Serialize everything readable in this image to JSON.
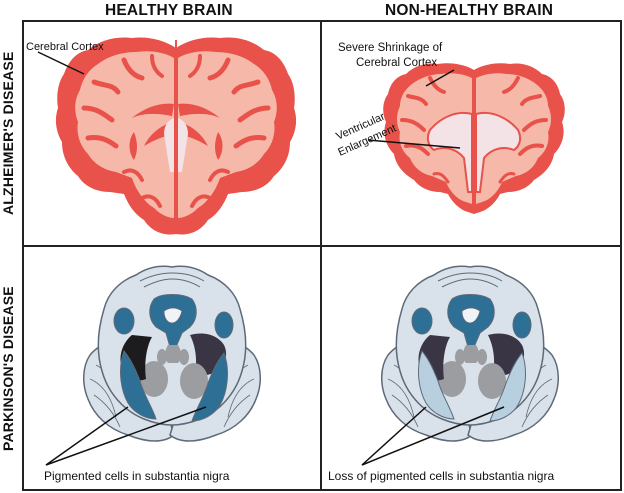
{
  "headers": {
    "healthy": "HEALTHY BRAIN",
    "nonhealthy": "NON-HEALTHY BRAIN",
    "row1": "ALZHEIMER'S DISEASE",
    "row2": "PARKINSON'S DISEASE"
  },
  "labels": {
    "cerebral_cortex": "Cerebral Cortex",
    "shrinkage_line1": "Severe Shrinkage of",
    "shrinkage_line2": "Cerebral Cortex",
    "ventricular_line1": "Ventricular",
    "ventricular_line2": "Enlargement",
    "pigmented": "Pigmented cells in substantia nigra",
    "loss_pigmented": "Loss of pigmented cells in substantia nigra"
  },
  "colors": {
    "cortex_dark": "#e8524a",
    "cortex_light": "#f6b8a8",
    "ventricle": "#f3e3e6",
    "brainstem_fill": "#d9e2ea",
    "brainstem_outline": "#5e6a78",
    "blue_dark": "#2d6f95",
    "blue_light": "#b7cfdf",
    "black_region": "#1c1c1e",
    "gray_region": "#9b9da1",
    "dark_purple": "#3a3545"
  }
}
